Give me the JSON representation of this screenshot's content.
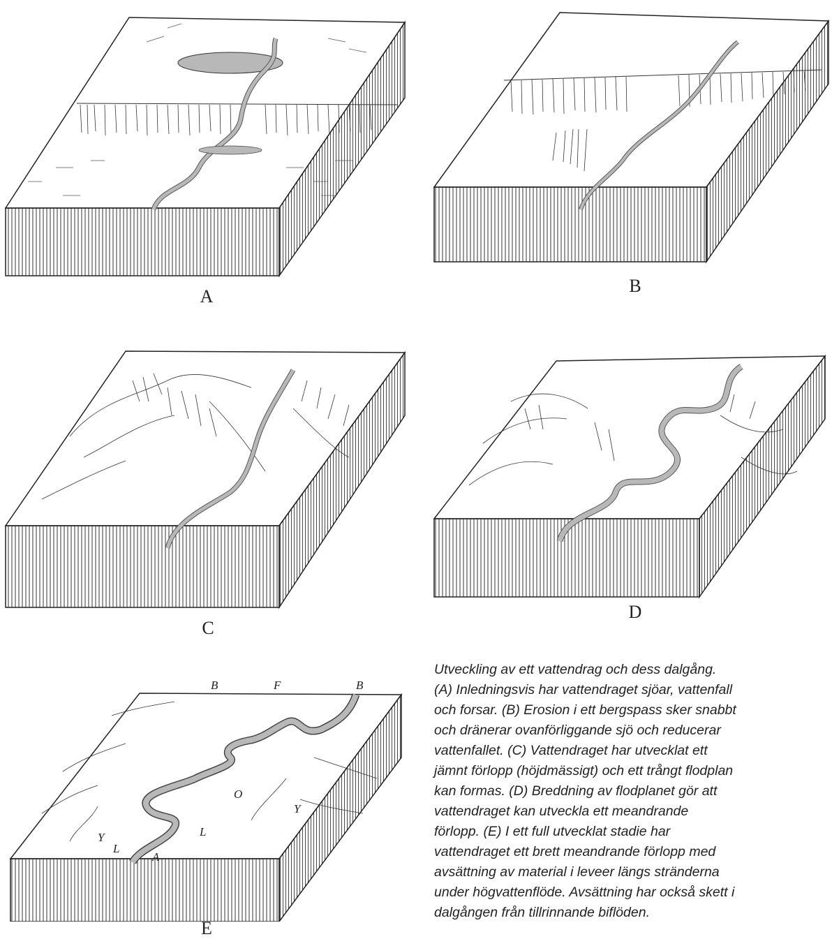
{
  "figure": {
    "panels": [
      {
        "id": "A",
        "label": "A"
      },
      {
        "id": "B",
        "label": "B"
      },
      {
        "id": "C",
        "label": "C"
      },
      {
        "id": "D",
        "label": "D"
      },
      {
        "id": "E",
        "label": "E"
      }
    ],
    "markers_E": {
      "b_left": "B",
      "f": "F",
      "b_right": "B",
      "o": "O",
      "y_right": "Y",
      "y_left": "Y",
      "l_left": "L",
      "l_right": "L",
      "a": "A"
    },
    "caption_lines": [
      "Utveckling av ett vattendrag och dess dalgång.",
      "(A) Inledningsvis har vattendraget sjöar, vattenfall",
      "och forsar. (B) Erosion i ett bergspass sker snabbt",
      "och dränerar ovanförliggande sjö och reducerar",
      "vattenfallet. (C) Vattendraget har utvecklat ett",
      "jämnt förlopp (höjdmässigt) och ett trångt flodplan",
      "kan formas. (D) Breddning av flodplanet gör att",
      "vattendraget kan utveckla ett meandrande",
      "förlopp. (E) I ett full utvecklat stadie har",
      "vattendraget ett brett meandrande förlopp med",
      "avsättning av material i leveer längs stränderna",
      "under högvattenflöde. Avsättning har också skett i",
      "dalgången från tillrinnande biflöden."
    ],
    "colors": {
      "ink": "#222222",
      "water": "#b8b8b8",
      "paper": "#ffffff"
    }
  }
}
